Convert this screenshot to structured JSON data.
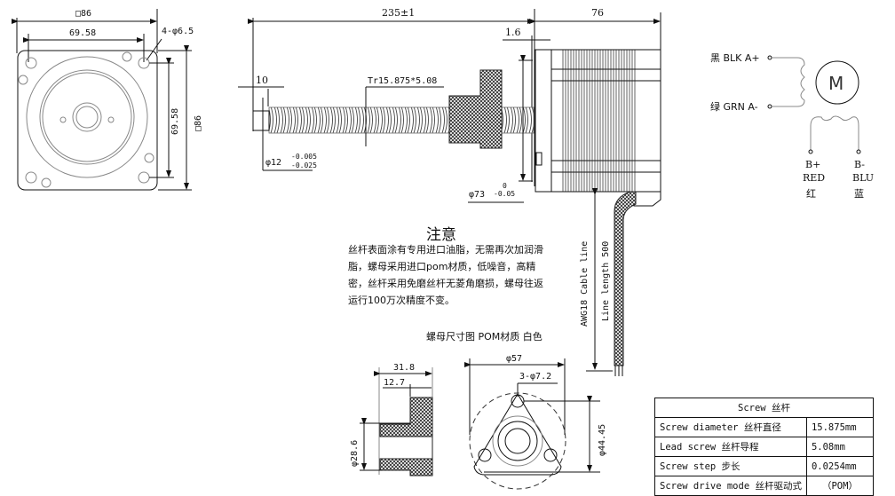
{
  "front_view": {
    "outer_square": "□86",
    "hole_spacing": "69.58",
    "holes": "4-φ6.5",
    "vertical_spacing": "69.58",
    "vertical_outer": "□86"
  },
  "side_view": {
    "total_length": "235±1",
    "motor_length": "76",
    "flange_thickness": "1.6",
    "end_length": "10",
    "thread_spec": "Tr15.875*5.08",
    "end_diameter": "φ12",
    "end_tol_upper": "-0.005",
    "end_tol_lower": "-0.025",
    "boss_diameter": "φ73",
    "boss_tol_upper": "0",
    "boss_tol_lower": "-0.05"
  },
  "cable": {
    "gauge_label": "AWG18 Cable line",
    "length_label": "Line length 500"
  },
  "wiring": {
    "a_plus": "黑 BLK A+",
    "a_minus": "绿 GRN A-",
    "motor": "M",
    "b_plus": [
      "B+",
      "RED",
      "红"
    ],
    "b_minus": [
      "B-",
      "BLU",
      "蓝"
    ]
  },
  "note": {
    "title": "注意",
    "body": "丝杆表面涂有专用进口油脂，无需再次加润滑脂，螺母采用进口pom材质，低噪音，高精密，丝杆采用免磨丝杆无菱角磨损，螺母往返运行100万次精度不变。",
    "caption": "螺母尺寸图 POM材质 白色"
  },
  "nut": {
    "length": "31.8",
    "flange_length": "12.7",
    "body_diameter": "φ28.6",
    "flange_diameter": "φ57",
    "holes": "3-φ7.2",
    "hole_circle": "φ44.45"
  },
  "spec_table": {
    "header": "Screw  丝杆",
    "rows": [
      {
        "label": "Screw diameter 丝杆直径",
        "value": "15.875mm"
      },
      {
        "label": "Lead screw 丝杆导程",
        "value": "5.08mm"
      },
      {
        "label": "Screw step 步长",
        "value": "0.0254mm"
      },
      {
        "label": "Screw drive mode 丝杆驱动式",
        "value": "（POM）"
      }
    ]
  }
}
